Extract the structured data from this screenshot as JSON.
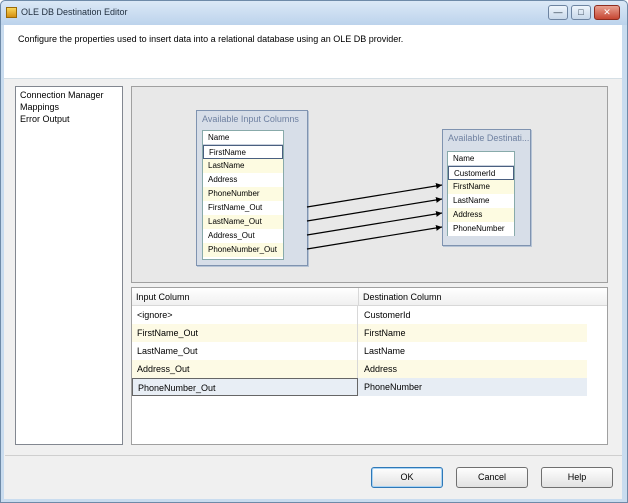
{
  "window": {
    "title": "OLE DB Destination Editor",
    "description": "Configure the properties used to insert data into a relational database using an OLE DB provider.",
    "minimize_glyph": "—",
    "maximize_glyph": "□",
    "close_glyph": "✕"
  },
  "nav": {
    "items": [
      "Connection Manager",
      "Mappings",
      "Error Output"
    ]
  },
  "input_box": {
    "title": "Available Input Columns",
    "header": "Name",
    "rows": [
      "FirstName",
      "LastName",
      "Address",
      "PhoneNumber",
      "FirstName_Out",
      "LastName_Out",
      "Address_Out",
      "PhoneNumber_Out"
    ]
  },
  "dest_box": {
    "title": "Available Destinati...",
    "header": "Name",
    "rows": [
      "CustomerId",
      "FirstName",
      "LastName",
      "Address",
      "PhoneNumber"
    ]
  },
  "mapping_grid": {
    "headers": [
      "Input Column",
      "Destination Column"
    ],
    "rows": [
      [
        "<ignore>",
        "CustomerId"
      ],
      [
        "FirstName_Out",
        "FirstName"
      ],
      [
        "LastName_Out",
        "LastName"
      ],
      [
        "Address_Out",
        "Address"
      ],
      [
        "PhoneNumber_Out",
        "PhoneNumber"
      ]
    ]
  },
  "buttons": {
    "ok": "OK",
    "cancel": "Cancel",
    "help": "Help"
  }
}
